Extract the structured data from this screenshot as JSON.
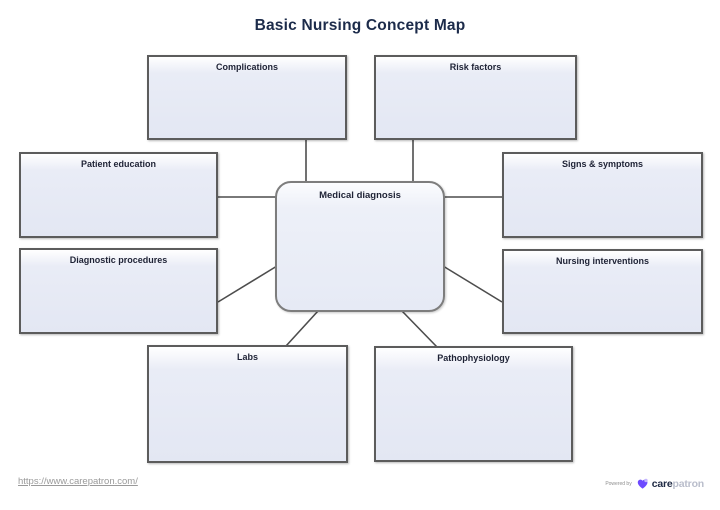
{
  "page": {
    "title": "Basic Nursing Concept Map"
  },
  "diagram": {
    "center": {
      "label": "Medical diagnosis"
    },
    "nodes": [
      {
        "id": "complications",
        "label": "Complications"
      },
      {
        "id": "risk-factors",
        "label": "Risk factors"
      },
      {
        "id": "patient-education",
        "label": "Patient education"
      },
      {
        "id": "signs-symptoms",
        "label": "Signs & symptoms"
      },
      {
        "id": "diagnostic-procedures",
        "label": "Diagnostic procedures"
      },
      {
        "id": "nursing-interventions",
        "label": "Nursing interventions"
      },
      {
        "id": "labs",
        "label": "Labs"
      },
      {
        "id": "pathophysiology",
        "label": "Pathophysiology"
      }
    ]
  },
  "footer": {
    "link": "https://www.carepatron.com/",
    "powered_by": "Powered by",
    "brand_bold": "care",
    "brand_light": "patron"
  },
  "colors": {
    "accent_purple": "#6d4aff",
    "accent_purple_light": "#c4b5fd",
    "node_fill": "#e3e7f3",
    "node_border": "#5c5c5c",
    "connector": "#4d4d4d",
    "title_text": "#1c2b4a"
  }
}
